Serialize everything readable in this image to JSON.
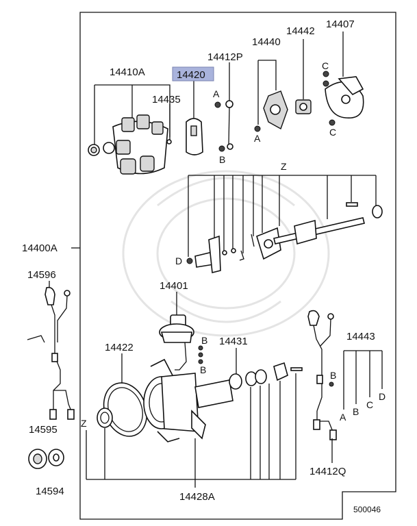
{
  "diagram": {
    "labels": {
      "p14410A": "14410A",
      "p14420": "14420",
      "p14435": "14435",
      "p14412P": "14412P",
      "p14440": "14440",
      "p14442": "14442",
      "p14407": "14407",
      "p14400A": "14400A",
      "p14596": "14596",
      "p14401": "14401",
      "p14422": "14422",
      "p14431": "14431",
      "p14443": "14443",
      "p14595": "14595",
      "p14594": "14594",
      "p14428A": "14428A",
      "p14412Q": "14412Q",
      "code": "500046"
    },
    "letters": {
      "A": "A",
      "B": "B",
      "C": "C",
      "D": "D",
      "Z": "Z"
    },
    "highlight_color": "#a9b3dc",
    "line_color": "#111111"
  }
}
